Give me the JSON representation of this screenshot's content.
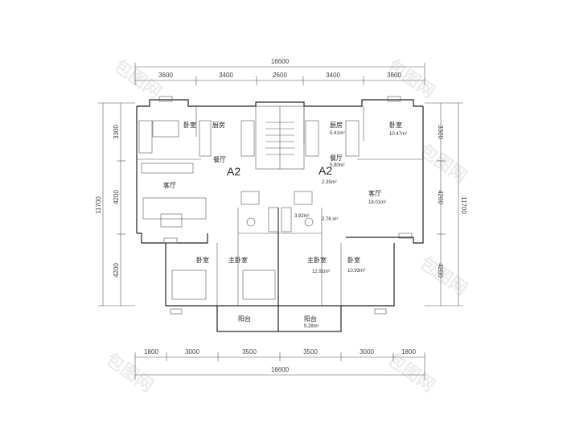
{
  "dimensions": {
    "top_total": "16600",
    "top_segments": [
      "3600",
      "3400",
      "2600",
      "3400",
      "3600"
    ],
    "bottom_total": "16600",
    "bottom_segments": [
      "1800",
      "3000",
      "3500",
      "3500",
      "3000",
      "1800"
    ],
    "left_total": "11700",
    "left_segments": [
      "3300",
      "4200",
      "4200"
    ],
    "right_total": "11700",
    "right_segments": [
      "3300",
      "4200",
      "4200"
    ]
  },
  "unit_labels": [
    "A2",
    "A2"
  ],
  "left_unit": {
    "bedroom_top": "卧室",
    "kitchen": "厨房",
    "dining": "餐厅",
    "living": "客厅",
    "bedroom_bottom": "卧室",
    "master_bedroom": "主卧室",
    "balcony": "阳台"
  },
  "right_unit": {
    "kitchen": "厨房",
    "kitchen_area": "5.41m²",
    "bedroom_top": "卧室",
    "bedroom_top_area": "10.47m²",
    "dining": "餐厅",
    "dining_area": "5.80m²",
    "bath_area_1": "2.35m²",
    "living": "客厅",
    "living_area": "18.01m²",
    "bath_area_2": "3.92m²",
    "bath_area_3": "2.76 m²",
    "master_bedroom": "主卧室",
    "master_bedroom_area": "12.91m²",
    "bedroom_bottom": "卧室",
    "bedroom_bottom_area": "10.93m²",
    "balcony": "阳台",
    "balcony_area": "5.28m²"
  },
  "watermark": "包图网"
}
